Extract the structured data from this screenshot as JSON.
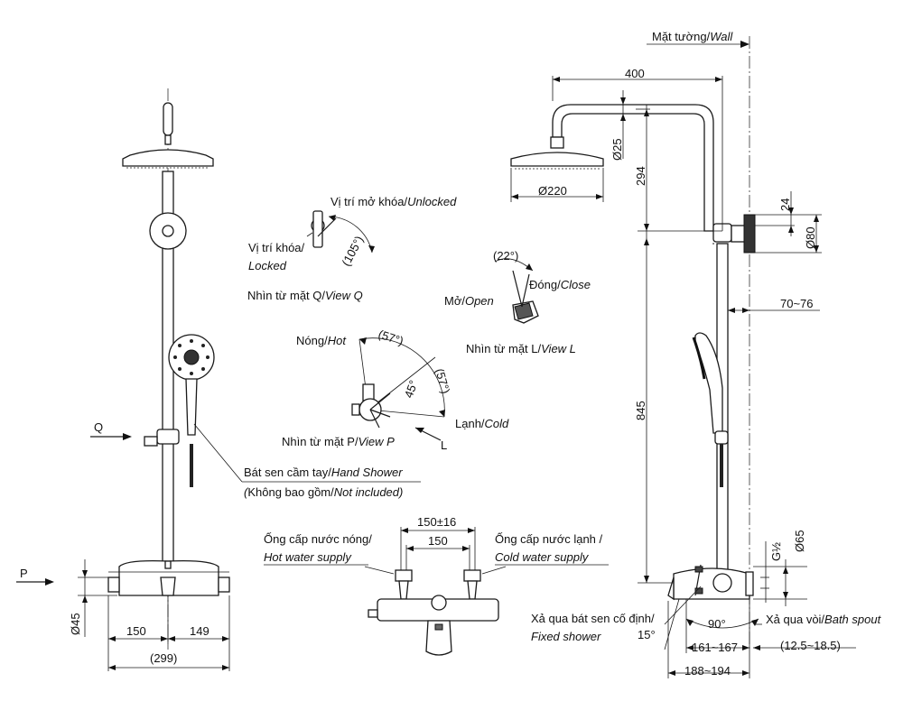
{
  "labels": {
    "wall_vi": "Mặt tường/",
    "wall_en": "Wall",
    "unlocked_vi": "Vị trí mở khóa/",
    "unlocked_en": "Unlocked",
    "locked_vi": "Vị trí khóa/",
    "locked_en": "Locked",
    "view_q_vi": "Nhìn từ mặt Q/",
    "view_q_en": "View Q",
    "open_vi": "Mở/",
    "open_en": "Open",
    "close_vi": "Đóng/",
    "close_en": "Close",
    "view_l_vi": "Nhìn từ mặt L/",
    "view_l_en": "View L",
    "hot_vi": "Nóng/",
    "hot_en": "Hot",
    "cold_vi": "Lạnh/",
    "cold_en": "Cold",
    "view_p_vi": "Nhìn từ mặt P/",
    "view_p_en": "View P",
    "hand_shower_vi": "Bát sen cầm tay/",
    "hand_shower_en": "Hand Shower",
    "not_included_open": "(",
    "not_included_vi": "Không bao gồm/",
    "not_included_en": "Not included)",
    "hot_supply_vi": "Ống cấp nước nóng/",
    "hot_supply_en": "Hot water supply",
    "cold_supply_vi": "Ống cấp nước lạnh /",
    "cold_supply_en": "Cold water supply",
    "fixed_shower_vi": "Xả qua bát sen cố định/",
    "fixed_shower_en": "Fixed shower",
    "bath_spout_vi": "Xả qua vòi/",
    "bath_spout_en": "Bath spout",
    "marker_q": "Q",
    "marker_p": "P",
    "marker_l": "L"
  },
  "dimensions": {
    "d45": "Ø45",
    "w150": "150",
    "w149": "149",
    "w299": "(299)",
    "d400": "400",
    "d25": "Ø25",
    "d294": "294",
    "d220": "Ø220",
    "d24": "24",
    "d80": "Ø80",
    "d70_76": "70~76",
    "d845": "845",
    "g12": "G½",
    "d65": "Ø65",
    "d161_167": "161~167",
    "d188_194": "188~194",
    "d12_18": "(12.5~18.5)",
    "a90": "90°",
    "a15": "15°",
    "a105": "(105°)",
    "a22": "(22°)",
    "a57a": "(57°)",
    "a57b": "(57°)",
    "a45": "45°",
    "s150_16": "150±16",
    "s150": "150"
  }
}
